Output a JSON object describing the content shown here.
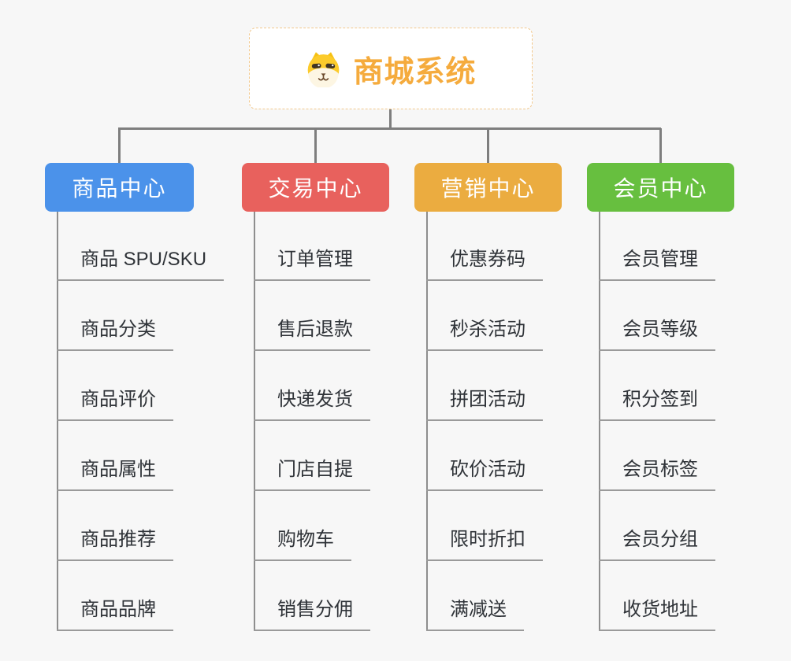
{
  "root": {
    "title": "商城系统",
    "title_color": "#f5ab3d",
    "icon": "dog-face-icon"
  },
  "branches": [
    {
      "label": "商品中心",
      "color": "#4b92ea",
      "items": [
        "商品 SPU/SKU",
        "商品分类",
        "商品评价",
        "商品属性",
        "商品推荐",
        "商品品牌"
      ]
    },
    {
      "label": "交易中心",
      "color": "#e8615d",
      "items": [
        "订单管理",
        "售后退款",
        "快递发货",
        "门店自提",
        "购物车",
        "销售分佣"
      ]
    },
    {
      "label": "营销中心",
      "color": "#ebac40",
      "items": [
        "优惠券码",
        "秒杀活动",
        "拼团活动",
        "砍价活动",
        "限时折扣",
        "满减送"
      ]
    },
    {
      "label": "会员中心",
      "color": "#67bf3f",
      "items": [
        "会员管理",
        "会员等级",
        "积分签到",
        "会员标签",
        "会员分组",
        "收货地址"
      ]
    }
  ],
  "connector_color": "#7e7e7e",
  "underline_color": "#9a9a9a"
}
